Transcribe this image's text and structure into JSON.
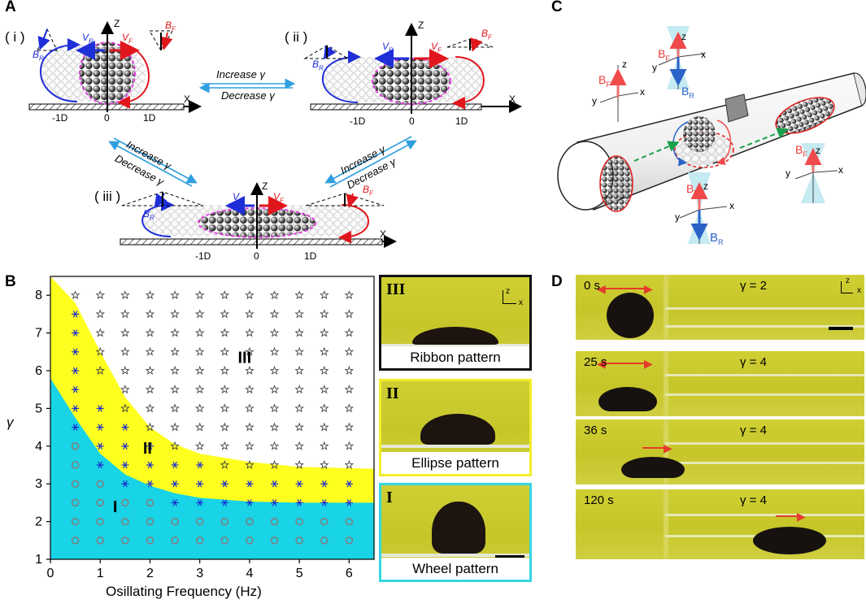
{
  "panel_labels": {
    "a": "A",
    "b": "B",
    "c": "C",
    "d": "D"
  },
  "panel_a": {
    "sub_i": "( i )",
    "sub_ii": "( ii )",
    "sub_iii": "( iii )",
    "axis_z": "Z",
    "axis_x": "X",
    "v_r": "V",
    "v_f": "V",
    "sub_r": "R",
    "sub_f": "F",
    "b_r": "B",
    "b_f": "B",
    "tick_neg": "-1D",
    "tick_zero": "0",
    "tick_pos": "1D",
    "increase": "Increase γ",
    "decrease": "Decrease γ"
  },
  "panel_c": {
    "b": "B",
    "sub_r": "R",
    "sub_f": "F",
    "z": "z",
    "y": "y",
    "x": "x"
  },
  "chart_data": {
    "type": "scatter",
    "xlabel": "Osillating Frequency (Hz)",
    "ylabel": "γ",
    "xlim": [
      0,
      6.5
    ],
    "ylim": [
      1,
      8.5
    ],
    "xticks": [
      "0",
      "1",
      "2",
      "3",
      "4",
      "5",
      "6"
    ],
    "yticks": [
      "1",
      "2",
      "3",
      "4",
      "5",
      "6",
      "7",
      "8"
    ],
    "region_labels": [
      "I",
      "II",
      "III"
    ],
    "region_label_positions": [
      [
        1.3,
        2.25
      ],
      [
        1.95,
        3.8
      ],
      [
        3.9,
        6.2
      ]
    ],
    "colors": {
      "region_I": "#19d3e6",
      "region_II": "#ffff1f",
      "region_III": "#ffffff",
      "wheel_marker": "#808080",
      "ellipse_marker": "#1a2ccf",
      "ribbon_marker": "#444444"
    },
    "boundary_I_II": [
      [
        0,
        5.8
      ],
      [
        0.5,
        4.75
      ],
      [
        1.0,
        3.8
      ],
      [
        1.5,
        3.25
      ],
      [
        2.0,
        2.95
      ],
      [
        2.5,
        2.75
      ],
      [
        3.0,
        2.63
      ],
      [
        4.0,
        2.53
      ],
      [
        5.0,
        2.5
      ],
      [
        6.5,
        2.5
      ]
    ],
    "boundary_II_III": [
      [
        0,
        8.5
      ],
      [
        0.5,
        7.8
      ],
      [
        1.0,
        6.5
      ],
      [
        1.5,
        5.3
      ],
      [
        2.0,
        4.5
      ],
      [
        2.5,
        4.05
      ],
      [
        3.0,
        3.8
      ],
      [
        4.0,
        3.58
      ],
      [
        5.0,
        3.45
      ],
      [
        6.5,
        3.4
      ]
    ],
    "series": [
      {
        "name": "Wheel pattern",
        "marker": "circle",
        "points": [
          [
            0.5,
            1.5
          ],
          [
            1,
            1.5
          ],
          [
            1.5,
            1.5
          ],
          [
            2,
            1.5
          ],
          [
            2.5,
            1.5
          ],
          [
            3,
            1.5
          ],
          [
            3.5,
            1.5
          ],
          [
            4,
            1.5
          ],
          [
            4.5,
            1.5
          ],
          [
            5,
            1.5
          ],
          [
            5.5,
            1.5
          ],
          [
            6,
            1.5
          ],
          [
            0.5,
            2
          ],
          [
            1,
            2
          ],
          [
            1.5,
            2
          ],
          [
            2,
            2
          ],
          [
            2.5,
            2
          ],
          [
            3,
            2
          ],
          [
            3.5,
            2
          ],
          [
            4,
            2
          ],
          [
            4.5,
            2
          ],
          [
            5,
            2
          ],
          [
            5.5,
            2
          ],
          [
            6,
            2
          ],
          [
            0.5,
            2.5
          ],
          [
            1,
            2.5
          ],
          [
            1.5,
            2.5
          ],
          [
            2,
            2.5
          ],
          [
            0.5,
            3
          ],
          [
            1,
            3
          ],
          [
            0.5,
            3.5
          ],
          [
            0.5,
            4
          ]
        ]
      },
      {
        "name": "Ellipse pattern",
        "marker": "asterisk",
        "points": [
          [
            2.5,
            2.5
          ],
          [
            3,
            2.5
          ],
          [
            3.5,
            2.5
          ],
          [
            4,
            2.5
          ],
          [
            4.5,
            2.5
          ],
          [
            5,
            2.5
          ],
          [
            5.5,
            2.5
          ],
          [
            6,
            2.5
          ],
          [
            1.5,
            3
          ],
          [
            2,
            3
          ],
          [
            2.5,
            3
          ],
          [
            3,
            3
          ],
          [
            3.5,
            3
          ],
          [
            4,
            3
          ],
          [
            4.5,
            3
          ],
          [
            5,
            3
          ],
          [
            5.5,
            3
          ],
          [
            6,
            3
          ],
          [
            1,
            3.5
          ],
          [
            1.5,
            3.5
          ],
          [
            2,
            3.5
          ],
          [
            2.5,
            3.5
          ],
          [
            3,
            3.5
          ],
          [
            1,
            4
          ],
          [
            1.5,
            4
          ],
          [
            2,
            4
          ],
          [
            0.5,
            4.5
          ],
          [
            1,
            4.5
          ],
          [
            1.5,
            4.5
          ],
          [
            0.5,
            5
          ],
          [
            1,
            5
          ],
          [
            0.5,
            5.5
          ],
          [
            0.5,
            6
          ],
          [
            0.5,
            6.5
          ],
          [
            0.5,
            7
          ],
          [
            0.5,
            7.5
          ]
        ]
      },
      {
        "name": "Ribbon pattern",
        "marker": "star",
        "points": [
          [
            3.5,
            3.5
          ],
          [
            4,
            3.5
          ],
          [
            4.5,
            3.5
          ],
          [
            5,
            3.5
          ],
          [
            5.5,
            3.5
          ],
          [
            6,
            3.5
          ],
          [
            2.5,
            4
          ],
          [
            3,
            4
          ],
          [
            3.5,
            4
          ],
          [
            4,
            4
          ],
          [
            4.5,
            4
          ],
          [
            5,
            4
          ],
          [
            5.5,
            4
          ],
          [
            6,
            4
          ],
          [
            2,
            4.5
          ],
          [
            2.5,
            4.5
          ],
          [
            3,
            4.5
          ],
          [
            3.5,
            4.5
          ],
          [
            4,
            4.5
          ],
          [
            4.5,
            4.5
          ],
          [
            5,
            4.5
          ],
          [
            5.5,
            4.5
          ],
          [
            6,
            4.5
          ],
          [
            1.5,
            5
          ],
          [
            2,
            5
          ],
          [
            2.5,
            5
          ],
          [
            3,
            5
          ],
          [
            3.5,
            5
          ],
          [
            4,
            5
          ],
          [
            4.5,
            5
          ],
          [
            5,
            5
          ],
          [
            5.5,
            5
          ],
          [
            6,
            5
          ],
          [
            1.5,
            5.5
          ],
          [
            2,
            5.5
          ],
          [
            2.5,
            5.5
          ],
          [
            3,
            5.5
          ],
          [
            3.5,
            5.5
          ],
          [
            4,
            5.5
          ],
          [
            4.5,
            5.5
          ],
          [
            5,
            5.5
          ],
          [
            5.5,
            5.5
          ],
          [
            6,
            5.5
          ],
          [
            1,
            6
          ],
          [
            1.5,
            6
          ],
          [
            2,
            6
          ],
          [
            2.5,
            6
          ],
          [
            3,
            6
          ],
          [
            3.5,
            6
          ],
          [
            4,
            6
          ],
          [
            4.5,
            6
          ],
          [
            5,
            6
          ],
          [
            5.5,
            6
          ],
          [
            6,
            6
          ],
          [
            1,
            6.5
          ],
          [
            1.5,
            6.5
          ],
          [
            2,
            6.5
          ],
          [
            2.5,
            6.5
          ],
          [
            3,
            6.5
          ],
          [
            3.5,
            6.5
          ],
          [
            4,
            6.5
          ],
          [
            4.5,
            6.5
          ],
          [
            5,
            6.5
          ],
          [
            5.5,
            6.5
          ],
          [
            6,
            6.5
          ],
          [
            1,
            7
          ],
          [
            1.5,
            7
          ],
          [
            2,
            7
          ],
          [
            2.5,
            7
          ],
          [
            3,
            7
          ],
          [
            3.5,
            7
          ],
          [
            4,
            7
          ],
          [
            4.5,
            7
          ],
          [
            5,
            7
          ],
          [
            5.5,
            7
          ],
          [
            6,
            7
          ],
          [
            1,
            7.5
          ],
          [
            1.5,
            7.5
          ],
          [
            2,
            7.5
          ],
          [
            2.5,
            7.5
          ],
          [
            3,
            7.5
          ],
          [
            3.5,
            7.5
          ],
          [
            4,
            7.5
          ],
          [
            4.5,
            7.5
          ],
          [
            5,
            7.5
          ],
          [
            5.5,
            7.5
          ],
          [
            6,
            7.5
          ],
          [
            0.5,
            8
          ],
          [
            1,
            8
          ],
          [
            1.5,
            8
          ],
          [
            2,
            8
          ],
          [
            2.5,
            8
          ],
          [
            3,
            8
          ],
          [
            3.5,
            8
          ],
          [
            4,
            8
          ],
          [
            4.5,
            8
          ],
          [
            5,
            8
          ],
          [
            5.5,
            8
          ],
          [
            6,
            8
          ]
        ]
      }
    ]
  },
  "insets": [
    {
      "roman": "III",
      "label": "Ribbon pattern",
      "border": "#111111"
    },
    {
      "roman": "II",
      "label": "Ellipse pattern",
      "border": "#f2ee2a"
    },
    {
      "roman": "I",
      "label": "Wheel pattern",
      "border": "#35d6e3"
    }
  ],
  "inset_axes": {
    "z": "z",
    "x": "x"
  },
  "panel_d": {
    "frames": [
      {
        "time": "0 s",
        "gamma": "γ = 2"
      },
      {
        "time": "25 s",
        "gamma": "γ = 4"
      },
      {
        "time": "36 s",
        "gamma": "γ = 4"
      },
      {
        "time": "120 s",
        "gamma": "γ = 4"
      }
    ]
  }
}
